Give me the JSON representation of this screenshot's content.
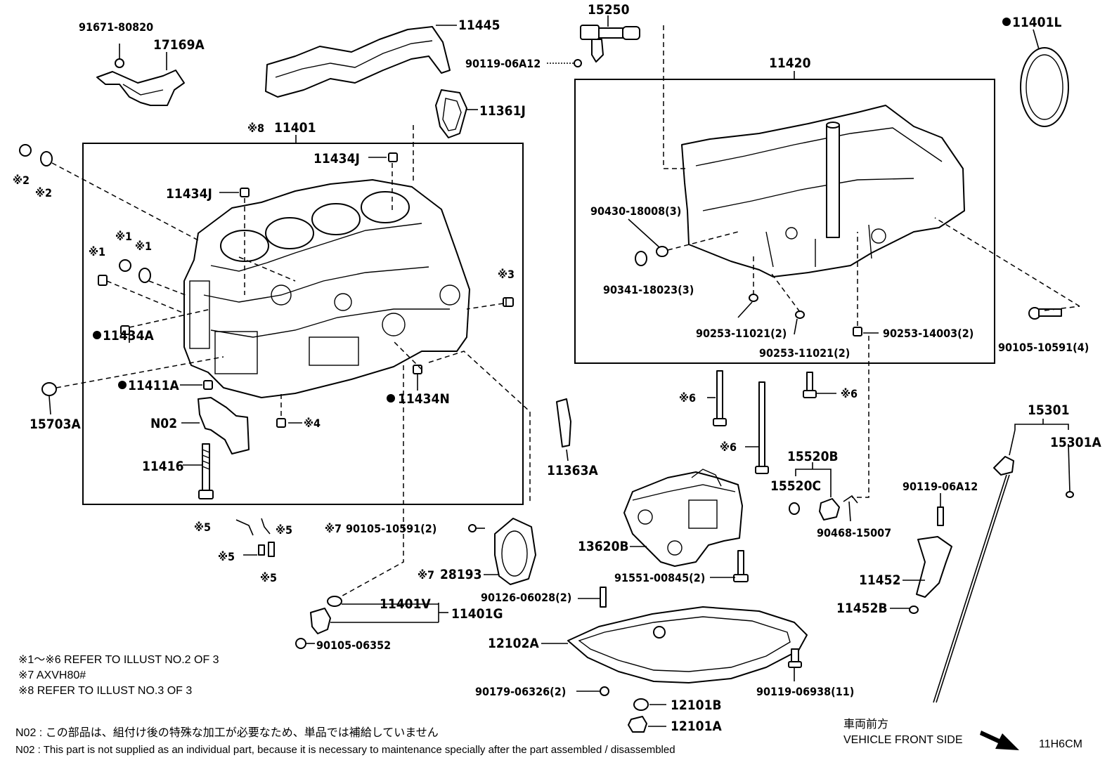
{
  "diagram_code": "11H6CM",
  "direction": {
    "jp": "車両前方",
    "en": "VEHICLE FRONT SIDE"
  },
  "parts": {
    "p91671": "91671-80820",
    "p17169A": "17169A",
    "p11445": "11445",
    "p15250": "15250",
    "p90119_06A12_top": "90119-06A12",
    "p11420": "11420",
    "p11401L": "11401L",
    "p11361J": "11361J",
    "p11401": "11401",
    "p11434J_a": "11434J",
    "p11434J_b": "11434J",
    "p90430": "90430-18008(3)",
    "p90341": "90341-18023(3)",
    "p90253_a": "90253-11021(2)",
    "p90253_b": "90253-11021(2)",
    "p90253_c": "90253-14003(2)",
    "p90105_10591_4": "90105-10591(4)",
    "p11434A": "11434A",
    "p11411A": "11411A",
    "p11434N": "11434N",
    "p15703A": "15703A",
    "pN02": "N02",
    "p11416": "11416",
    "p11363A": "11363A",
    "p15520B": "15520B",
    "p15520C": "15520C",
    "p90468": "90468-15007",
    "p15301": "15301",
    "p15301A": "15301A",
    "p90119_06A12_r": "90119-06A12",
    "p13620B": "13620B",
    "p91551": "91551-00845(2)",
    "p90105_10591_2": "90105-10591(2)",
    "p28193": "28193",
    "p90126": "90126-06028(2)",
    "p11401V": "11401V",
    "p11401G": "11401G",
    "p90105_06352": "90105-06352",
    "p12102A": "12102A",
    "p90179": "90179-06326(2)",
    "p12101B": "12101B",
    "p12101A": "12101A",
    "p90119_06938": "90119-06938(11)",
    "p11452": "11452",
    "p11452B": "11452B"
  },
  "marks": {
    "m1": "※1",
    "m2": "※2",
    "m3": "※3",
    "m4": "※4",
    "m5": "※5",
    "m6": "※6",
    "m7": "※7",
    "m8": "※8"
  },
  "notes": {
    "n1": "※1～※6  REFER TO ILLUST NO.2 OF 3",
    "n2": "※7 AXVH80#",
    "n3": "※8 REFER TO ILLUST NO.3 OF 3",
    "n4": "N02 : この部品は、組付け後の特殊な加工が必要なため、単品では補給していません",
    "n5": "N02 : This part is not supplied as an individual part, because it is necessary to maintenance specially after the part assembled / disassembled"
  }
}
